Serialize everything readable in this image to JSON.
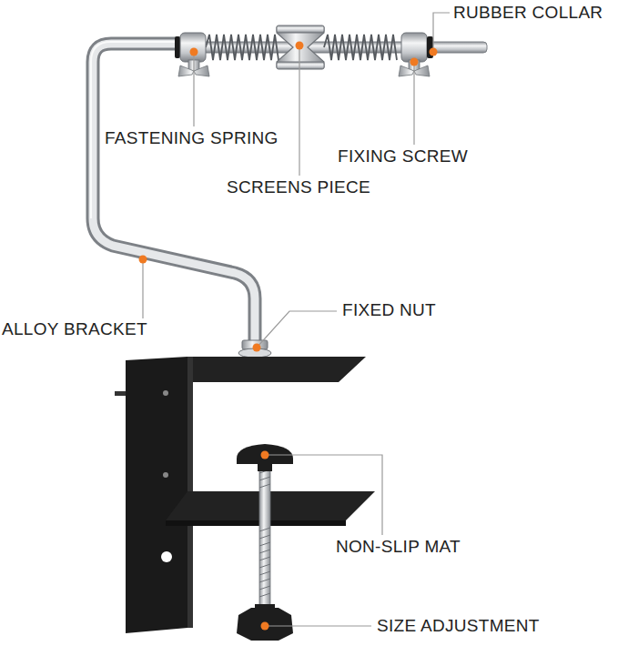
{
  "diagram": {
    "labels": [
      "RUBBER COLLAR",
      "FASTENING SPRING",
      "FIXING SCREW",
      "SCREENS PIECE",
      "ALLOY BRACKET",
      "FIXED NUT",
      "NON-SLIP MAT",
      "SIZE ADJUSTMENT"
    ]
  }
}
